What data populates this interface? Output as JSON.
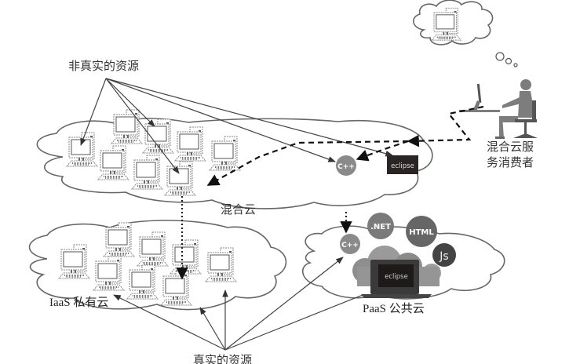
{
  "labels": {
    "virtual_resources": "非真实的资源",
    "real_resources": "真实的资源",
    "hybrid_cloud": "混合云",
    "private_cloud": "IaaS 私有云",
    "public_cloud": "PaaS 公共云",
    "consumer_line1": "混合云服",
    "consumer_line2": "务消费者"
  },
  "badges": {
    "cpp_hybrid": "C++",
    "cpp_public": "C++",
    "dotnet": ".NET",
    "html": "HTML",
    "js": "Js",
    "eclipse_hybrid": "eclipse",
    "eclipse_public": "eclipse"
  },
  "icons": {
    "computer": "desktop-computer-icon",
    "person": "user-at-desk-icon",
    "laptop": "laptop-icon",
    "thought": "thought-bubble-icon"
  },
  "colors": {
    "cloud_stroke": "#666666",
    "arrow": "#444444",
    "badge_cpp": "#8a8a8a",
    "badge_dotnet": "#7a7a7a",
    "badge_html": "#666666",
    "badge_js": "#444444",
    "eclipse_bg": "#2a2424",
    "person": "#7d7d7d"
  }
}
